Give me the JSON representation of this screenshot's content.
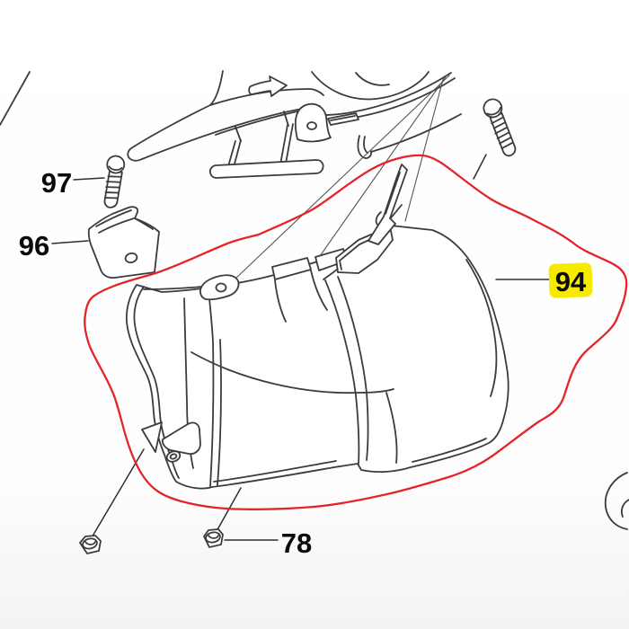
{
  "colors": {
    "callout": "#e42528",
    "highlight": "#f6ea00",
    "line": "#3c3c3c",
    "background": "#fcfcfc"
  },
  "labels": {
    "p97": {
      "text": "97",
      "highlighted": false
    },
    "p96": {
      "text": "96",
      "highlighted": false
    },
    "p94": {
      "text": "94",
      "highlighted": true
    },
    "p78": {
      "text": "78",
      "highlighted": false
    }
  },
  "parts": [
    {
      "ref": "94",
      "name": "deflector-cover",
      "highlighted": true
    },
    {
      "ref": "96",
      "name": "clamp-bracket",
      "highlighted": false
    },
    {
      "ref": "97",
      "name": "pan-head-screw",
      "highlighted": false
    },
    {
      "ref": "78",
      "name": "hex-flange-nut",
      "highlighted": false
    }
  ]
}
